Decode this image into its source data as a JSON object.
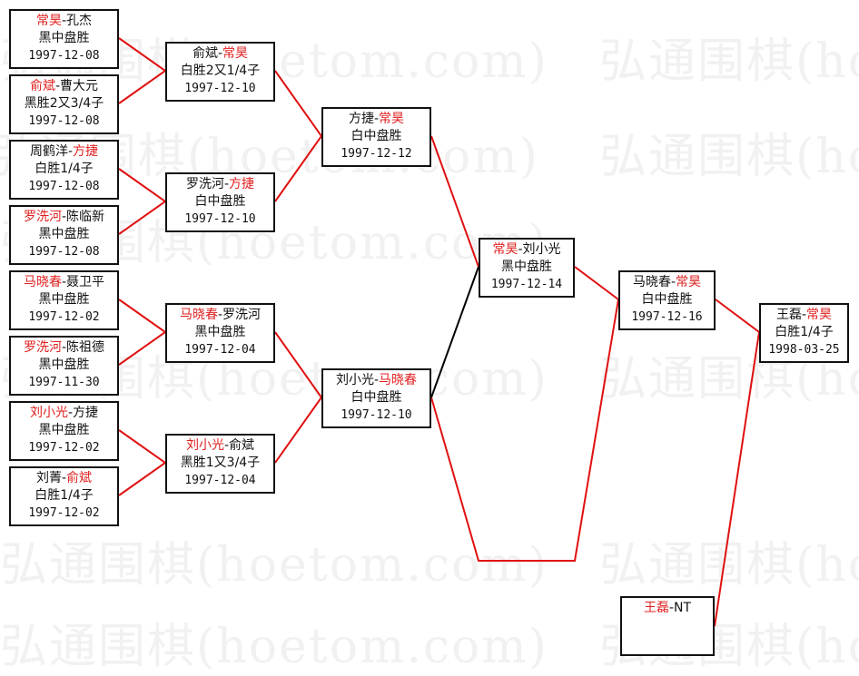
{
  "watermark": "弘通围棋(hoetom.com)",
  "matches": [
    {
      "a": "常昊",
      "b": "孔杰",
      "win": "a",
      "result": "黑中盘胜",
      "date": "1997-12-08"
    },
    {
      "a": "俞斌",
      "b": "曹大元",
      "win": "a",
      "result": "黑胜2又3/4子",
      "date": "1997-12-08"
    },
    {
      "a": "周鹤洋",
      "b": "方捷",
      "win": "b",
      "result": "白胜1/4子",
      "date": "1997-12-08"
    },
    {
      "a": "罗洗河",
      "b": "陈临新",
      "win": "a",
      "result": "黑中盘胜",
      "date": "1997-12-08"
    },
    {
      "a": "马晓春",
      "b": "聂卫平",
      "win": "a",
      "result": "黑中盘胜",
      "date": "1997-12-02"
    },
    {
      "a": "罗洗河",
      "b": "陈祖德",
      "win": "a",
      "result": "黑中盘胜",
      "date": "1997-11-30"
    },
    {
      "a": "刘小光",
      "b": "方捷",
      "win": "a",
      "result": "黑中盘胜",
      "date": "1997-12-02"
    },
    {
      "a": "刘菁",
      "b": "俞斌",
      "win": "b",
      "result": "白胜1/4子",
      "date": "1997-12-02"
    },
    {
      "a": "俞斌",
      "b": "常昊",
      "win": "b",
      "result": "白胜2又1/4子",
      "date": "1997-12-10"
    },
    {
      "a": "罗洗河",
      "b": "方捷",
      "win": "b",
      "result": "白中盘胜",
      "date": "1997-12-10"
    },
    {
      "a": "马晓春",
      "b": "罗洗河",
      "win": "a",
      "result": "黑中盘胜",
      "date": "1997-12-04"
    },
    {
      "a": "刘小光",
      "b": "俞斌",
      "win": "a",
      "result": "黑胜1又3/4子",
      "date": "1997-12-04"
    },
    {
      "a": "方捷",
      "b": "常昊",
      "win": "b",
      "result": "白中盘胜",
      "date": "1997-12-12"
    },
    {
      "a": "刘小光",
      "b": "马晓春",
      "win": "b",
      "result": "白中盘胜",
      "date": "1997-12-10"
    },
    {
      "a": "常昊",
      "b": "刘小光",
      "win": "a",
      "result": "黑中盘胜",
      "date": "1997-12-14"
    },
    {
      "a": "马晓春",
      "b": "常昊",
      "win": "b",
      "result": "白中盘胜",
      "date": "1997-12-16"
    },
    {
      "a": "王磊",
      "b": "常昊",
      "win": "b",
      "result": "白胜1/4子",
      "date": "1998-03-25"
    },
    {
      "a": "王磊",
      "b": "NT",
      "win": "a",
      "result": "",
      "date": ""
    }
  ],
  "colors": {
    "winner": "#e02020",
    "line": "#e01010",
    "box_border": "#111111"
  }
}
